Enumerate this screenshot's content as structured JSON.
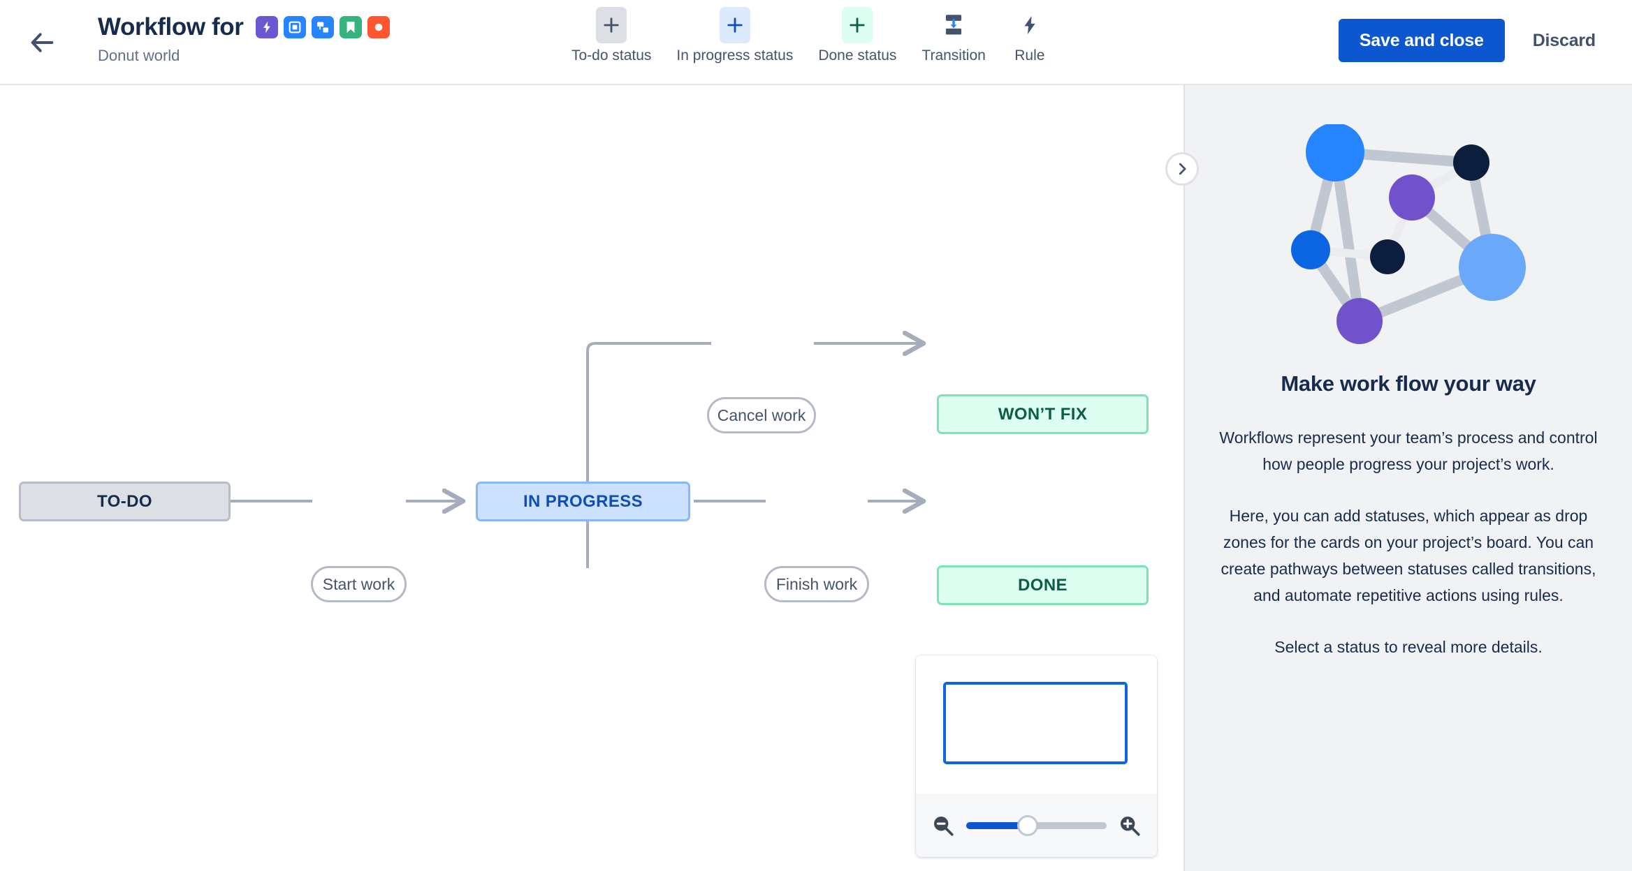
{
  "header": {
    "back_icon": "arrow-left-icon",
    "title": "Workflow for",
    "subtitle": "Donut world",
    "issue_type_icons": [
      {
        "name": "epic-icon",
        "glyph": "lightning",
        "color": "#6B57D2"
      },
      {
        "name": "story-icon",
        "glyph": "square-outline",
        "color": "#2684FF"
      },
      {
        "name": "subtask-icon",
        "glyph": "subtask",
        "color": "#2684FF"
      },
      {
        "name": "bookmark-icon",
        "glyph": "bookmark",
        "color": "#36B37E"
      },
      {
        "name": "bug-icon",
        "glyph": "circle",
        "color": "#FF5630"
      }
    ],
    "toolbar": [
      {
        "label": "To-do status",
        "icon": "plus-icon",
        "icon_color": "#42526E",
        "box_color": "#DCDFE4"
      },
      {
        "label": "In progress status",
        "icon": "plus-icon",
        "icon_color": "#0B4FB8",
        "box_color": "#DDEAFE"
      },
      {
        "label": "Done status",
        "icon": "plus-icon",
        "icon_color": "#0B5E42",
        "box_color": "#DCFFF1"
      },
      {
        "label": "Transition",
        "icon": "transition-icon",
        "icon_color": "#44546F",
        "box_color": "transparent"
      },
      {
        "label": "Rule",
        "icon": "rule-lightning-icon",
        "icon_color": "#44546F",
        "box_color": "transparent"
      }
    ],
    "save_label": "Save and close",
    "discard_label": "Discard",
    "primary_color": "#0C56CF"
  },
  "canvas": {
    "collapse_icon": "chevron-right-icon",
    "nodes": [
      {
        "id": "todo",
        "label": "TO-DO",
        "category": "to-do",
        "bg": "#DCDFE4",
        "border": "#B7BEC9",
        "text": "#172B4D"
      },
      {
        "id": "inprogress",
        "label": "IN PROGRESS",
        "category": "in-progress",
        "bg": "#CCE0FF",
        "border": "#85B8FF",
        "text": "#0B4FB8"
      },
      {
        "id": "wontfix",
        "label": "WON’T FIX",
        "category": "done",
        "bg": "#DCFFF1",
        "border": "#7EE2B8",
        "text": "#0B5E42"
      },
      {
        "id": "done",
        "label": "DONE",
        "category": "done",
        "bg": "#DCFFF1",
        "border": "#7EE2B8",
        "text": "#0B5E42"
      }
    ],
    "transitions": [
      {
        "id": "start",
        "label": "Start work",
        "from": "todo",
        "to": "inprogress"
      },
      {
        "id": "cancel",
        "label": "Cancel work",
        "from": "inprogress",
        "to": "wontfix"
      },
      {
        "id": "finish",
        "label": "Finish work",
        "from": "inprogress",
        "to": "done"
      }
    ]
  },
  "minimap": {
    "zoom_out_icon": "magnifier-minus-icon",
    "zoom_in_icon": "magnifier-plus-icon",
    "zoom_percent": 44
  },
  "panel": {
    "illustration": "workflow-node-graph-illustration",
    "title": "Make work flow your way",
    "paragraphs": [
      "Workflows represent your team’s process and control how people progress your project’s work.",
      "Here, you can add statuses, which appear as drop zones for the cards on your project’s board. You can create pathways between statuses called transitions, and automate repetitive actions using rules.",
      "Select a status to reveal more details."
    ]
  }
}
